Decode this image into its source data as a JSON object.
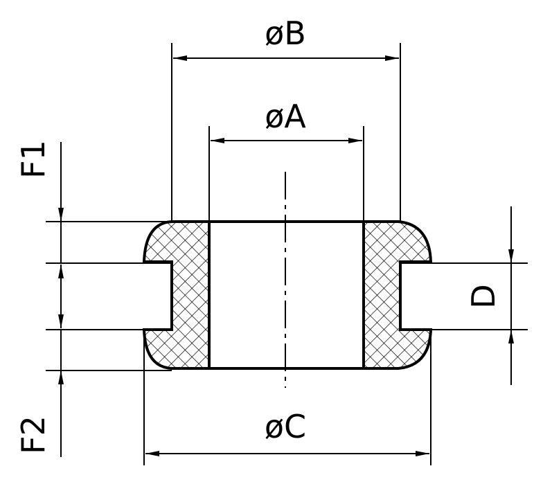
{
  "diagram": {
    "labels": {
      "outer_diameter_b": "øB",
      "inner_diameter_a": "øA",
      "flange_diameter_c": "øC",
      "groove_width_d": "D",
      "flange_thickness_f1": "F1",
      "flange_thickness_f2": "F2"
    },
    "colors": {
      "line": "#000000",
      "background": "#ffffff",
      "hatch": "#000000"
    }
  }
}
